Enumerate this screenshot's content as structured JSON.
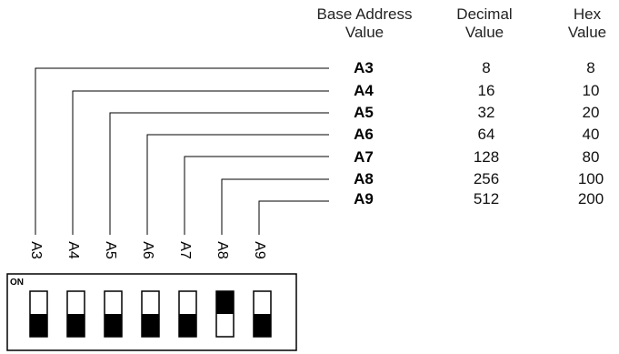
{
  "headers": {
    "base_address": [
      "Base Address",
      "Value"
    ],
    "decimal": [
      "Decimal",
      "Value"
    ],
    "hex": [
      "Hex",
      "Value"
    ]
  },
  "rows": [
    {
      "bit": "A3",
      "decimal": "8",
      "hex": "8"
    },
    {
      "bit": "A4",
      "decimal": "16",
      "hex": "10"
    },
    {
      "bit": "A5",
      "decimal": "32",
      "hex": "20"
    },
    {
      "bit": "A6",
      "decimal": "64",
      "hex": "40"
    },
    {
      "bit": "A7",
      "decimal": "128",
      "hex": "80"
    },
    {
      "bit": "A8",
      "decimal": "256",
      "hex": "100"
    },
    {
      "bit": "A9",
      "decimal": "512",
      "hex": "200"
    }
  ],
  "switch_labels": [
    "A3",
    "A4",
    "A5",
    "A6",
    "A7",
    "A8",
    "A9"
  ],
  "switch_block": {
    "on_label": "ON",
    "states": [
      "down",
      "down",
      "down",
      "down",
      "down",
      "up",
      "down"
    ]
  },
  "colors": {
    "line": "#000000",
    "knob": "#000000",
    "background": "#ffffff"
  }
}
